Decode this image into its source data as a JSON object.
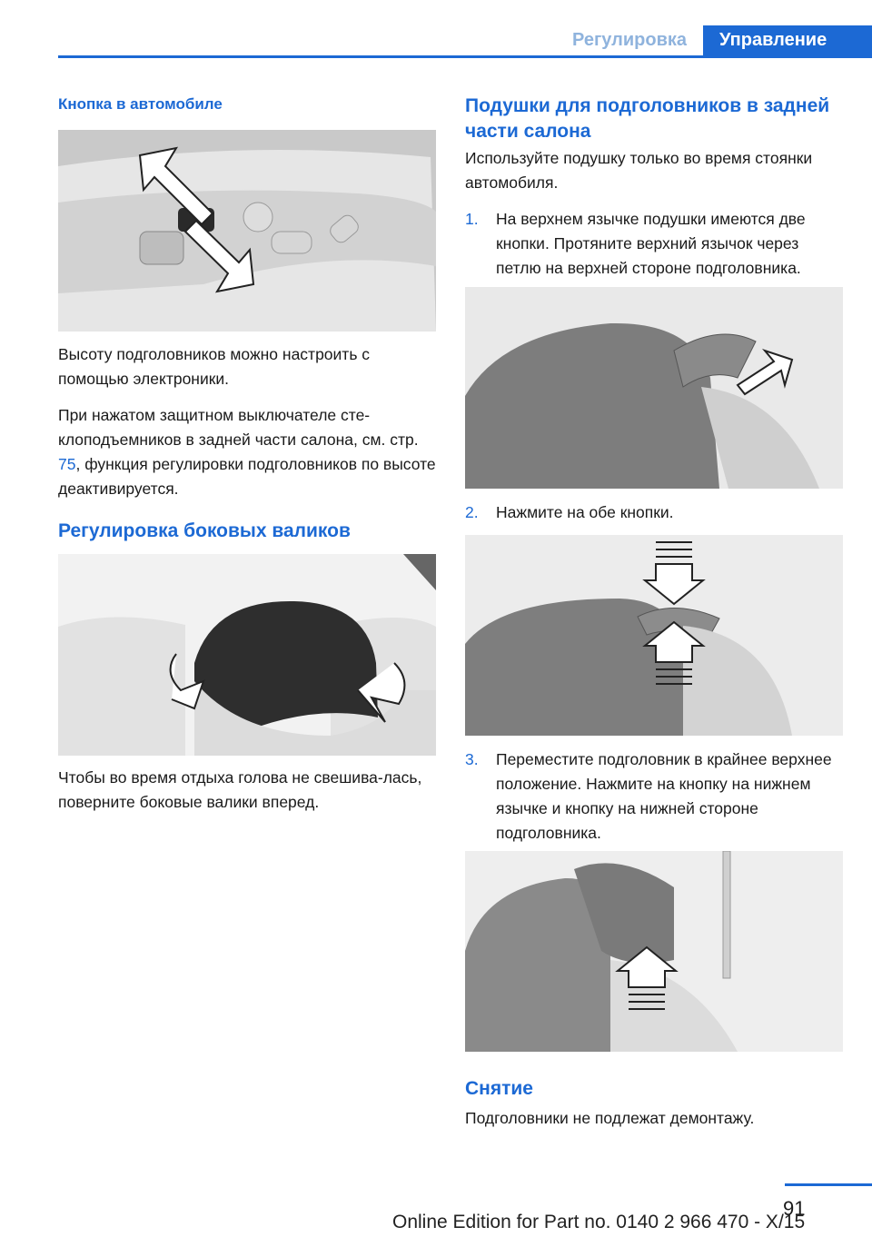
{
  "header": {
    "tab_inactive": "Регулировка",
    "tab_active": "Управление"
  },
  "left": {
    "subhead": "Кнопка в автомобиле",
    "para1": "Высоту подголовников можно настроить с помощью электроники.",
    "para2_before": "При нажатом защитном выключателе сте-клоподъемников в задней части салона, см. стр. ",
    "para2_link": "75",
    "para2_after": ", функция регулировки подголовников по высоте деактивируется.",
    "heading": "Регулировка боковых валиков",
    "para3": "Чтобы во время отдыха голова не свешива-лась, поверните боковые валики вперед."
  },
  "right": {
    "heading": "Подушки для подголовников в задней части салона",
    "intro": "Используйте подушку только во время стоянки автомобиля.",
    "steps": [
      {
        "num": "1.",
        "text": "На верхнем язычке подушки имеются две кнопки. Протяните верхний язычок через петлю на верхней стороне подголовника."
      },
      {
        "num": "2.",
        "text": "Нажмите на обе кнопки."
      },
      {
        "num": "3.",
        "text": "Переместите подголовник в крайнее верхнее положение. Нажмите на кнопку на нижнем язычке и кнопку на нижней стороне подголовника."
      }
    ],
    "removal_heading": "Снятие",
    "removal_text": "Подголовники не подлежат демонтажу."
  },
  "footer": {
    "page": "91",
    "edition": "Online Edition for Part no. 0140 2 966 470 - X/15"
  },
  "colors": {
    "accent": "#1c69d4"
  }
}
